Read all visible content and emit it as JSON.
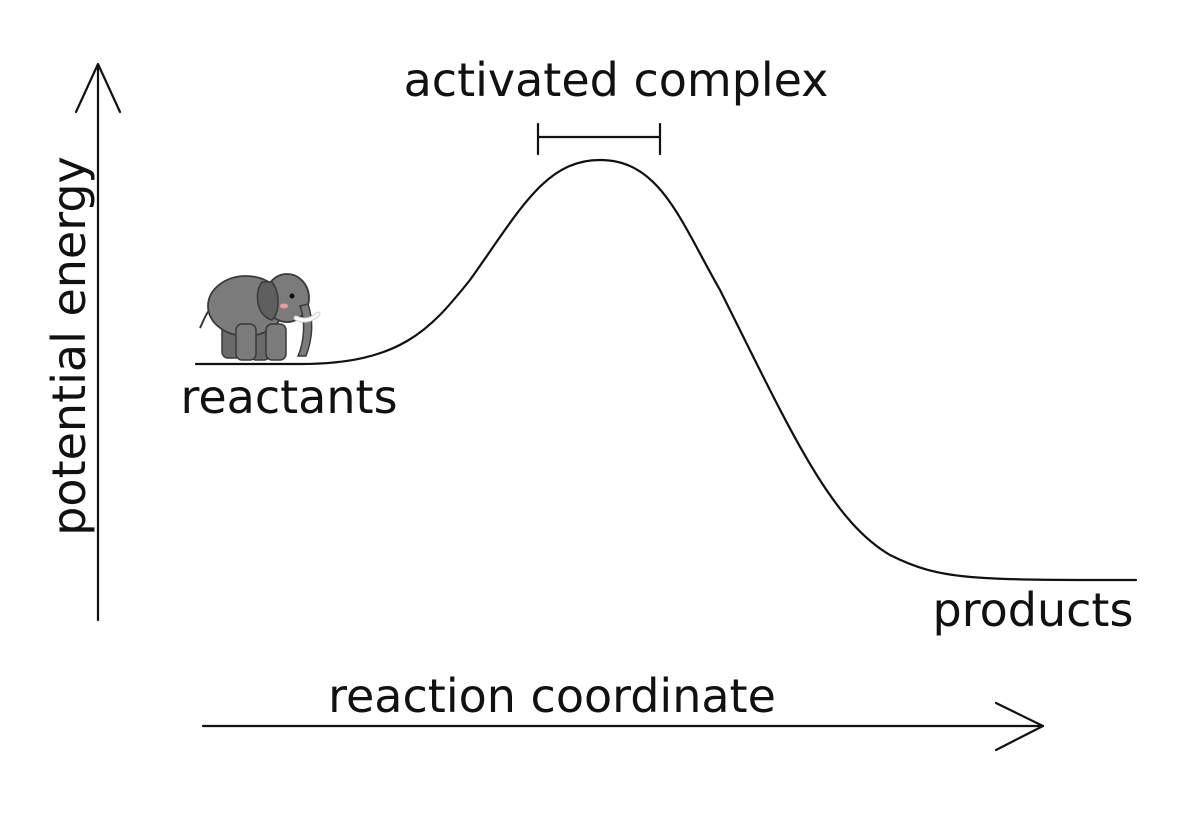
{
  "labels": {
    "activated_complex": "activated complex",
    "reactants": "reactants",
    "products": "products",
    "x_axis": "reaction coordinate",
    "y_axis": "potential energy"
  },
  "icons": {
    "mascot": "elephant-icon"
  },
  "colors": {
    "ink": "#111111",
    "elephant_body": "#7b7b7b",
    "elephant_shade": "#5f5f5f",
    "elephant_outline": "#3a3a3a",
    "tusk": "#ffffff",
    "cheek": "#e59aa8",
    "background": "#ffffff"
  }
}
